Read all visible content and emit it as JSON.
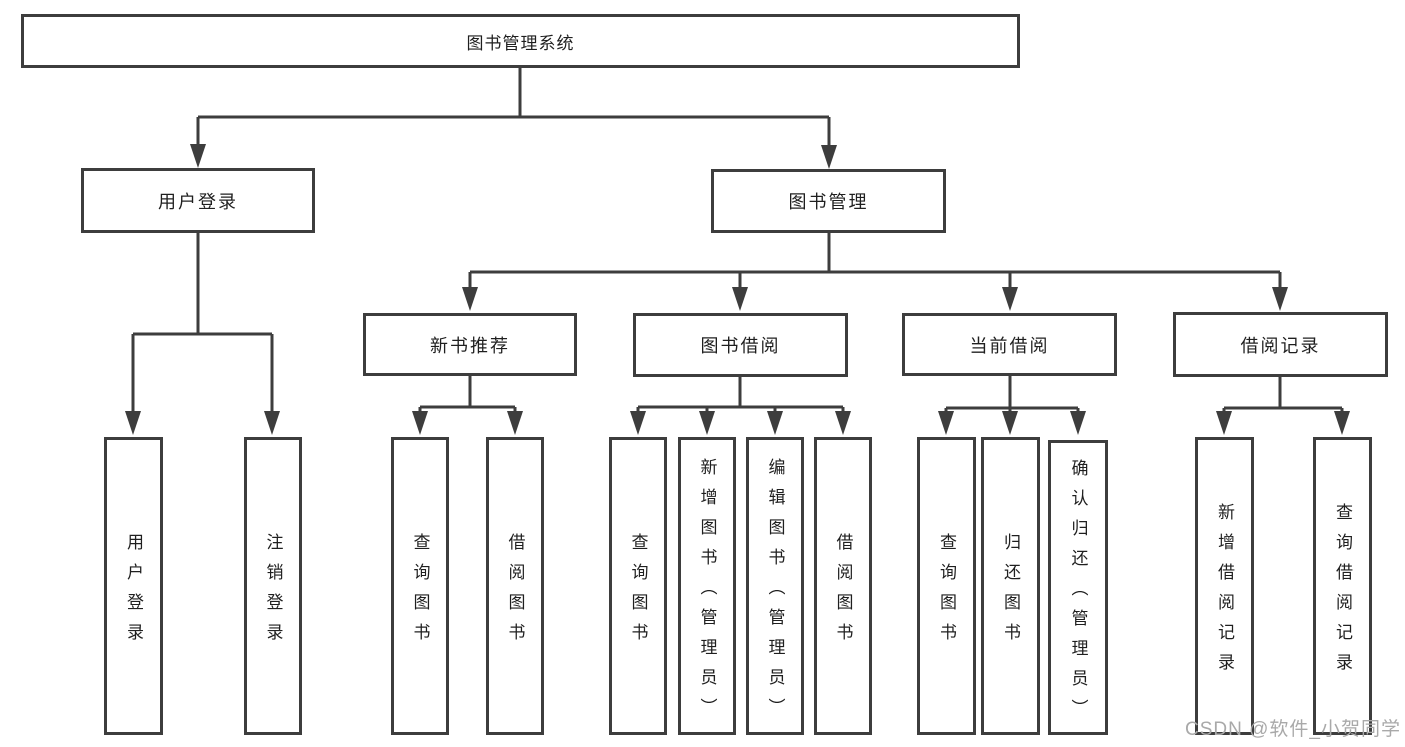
{
  "colors": {
    "line": "#3d3d3d",
    "text": "#1f1f1f",
    "watermark": "#a9a9a9",
    "background": "#ffffff"
  },
  "watermark": "CSDN @软件_小贺同学",
  "diagram": {
    "root": {
      "label": "图书管理系统"
    },
    "branches": [
      {
        "label": "用户登录",
        "children": [
          {
            "label": "用户登录"
          },
          {
            "label": "注销登录"
          }
        ]
      },
      {
        "label": "图书管理",
        "children": [
          {
            "label": "新书推荐",
            "children": [
              {
                "label": "查询图书"
              },
              {
                "label": "借阅图书"
              }
            ]
          },
          {
            "label": "图书借阅",
            "children": [
              {
                "label": "查询图书"
              },
              {
                "label": "新增图书（管理员）"
              },
              {
                "label": "编辑图书（管理员）"
              },
              {
                "label": "借阅图书"
              }
            ]
          },
          {
            "label": "当前借阅",
            "children": [
              {
                "label": "查询图书"
              },
              {
                "label": "归还图书"
              },
              {
                "label": "确认归还（管理员）"
              }
            ]
          },
          {
            "label": "借阅记录",
            "children": [
              {
                "label": "新增借阅记录"
              },
              {
                "label": "查询借阅记录"
              }
            ]
          }
        ]
      }
    ]
  }
}
